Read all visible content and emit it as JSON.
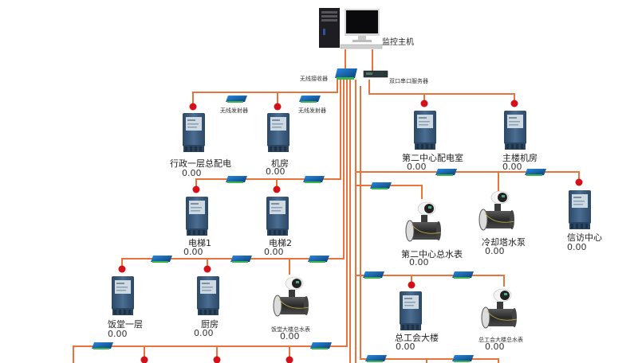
{
  "title": "能耗监测系统拓扑图",
  "colors": {
    "wire": "#e8743c",
    "node": "#d4101a",
    "meter_body": "#3a5878",
    "meter_screen": "#cfd9e2",
    "transmitter": "#1a6fb8",
    "flowmeter_body": "#3a3a3a"
  },
  "host": {
    "label": "监控主机"
  },
  "receiver": {
    "label": "无线接收器"
  },
  "serial_server": {
    "label": "双口串口服务器"
  },
  "transmitter_label": "无线发射器",
  "devices": [
    {
      "id": "d1",
      "type": "meter",
      "label": "行政一层总配电",
      "value": "0.00"
    },
    {
      "id": "d2",
      "type": "meter",
      "label": "机房",
      "value": "0.00"
    },
    {
      "id": "d3",
      "type": "meter",
      "label": "电梯1",
      "value": "0.00"
    },
    {
      "id": "d4",
      "type": "meter",
      "label": "电梯2",
      "value": "0.00"
    },
    {
      "id": "d5",
      "type": "meter",
      "label": "饭堂一层",
      "value": "0.00"
    },
    {
      "id": "d6",
      "type": "meter",
      "label": "厨房",
      "value": "0.00"
    },
    {
      "id": "d7",
      "type": "flowmeter",
      "label": "饭堂大楼总水表",
      "value": "0.00"
    },
    {
      "id": "d8",
      "type": "meter",
      "label": "第二中心配电室",
      "value": "0.00"
    },
    {
      "id": "d9",
      "type": "meter",
      "label": "主楼机房",
      "value": "0.00"
    },
    {
      "id": "d10",
      "type": "flowmeter",
      "label": "第二中心总水表",
      "value": "0.00"
    },
    {
      "id": "d11",
      "type": "flowmeter",
      "label": "冷却塔水泵",
      "value": "0.00"
    },
    {
      "id": "d12",
      "type": "meter",
      "label": "信访中心",
      "value": "0.00"
    },
    {
      "id": "d13",
      "type": "meter",
      "label": "总工会大楼",
      "value": "0.00"
    },
    {
      "id": "d14",
      "type": "flowmeter",
      "label": "总工会大楼总水表",
      "value": "0.00"
    }
  ]
}
